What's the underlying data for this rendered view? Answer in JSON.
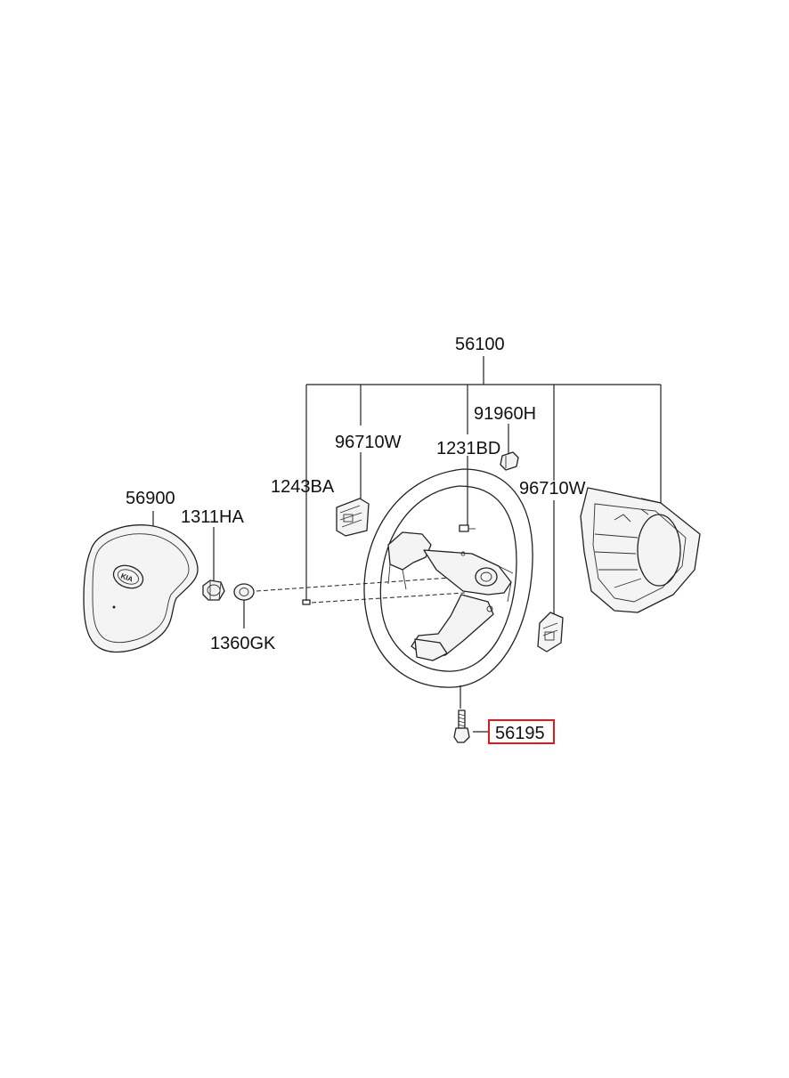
{
  "parts": {
    "p56100": "56100",
    "p91960h": "91960H",
    "p96710w_left": "96710W",
    "p1231bd": "1231BD",
    "p1243ba": "1243BA",
    "p96710w_right": "96710W",
    "p56900": "56900",
    "p1311ha": "1311HA",
    "p1360gk": "1360GK",
    "p56195": "56195"
  },
  "highlight": {
    "part": "56195",
    "color": "#e0191b"
  }
}
